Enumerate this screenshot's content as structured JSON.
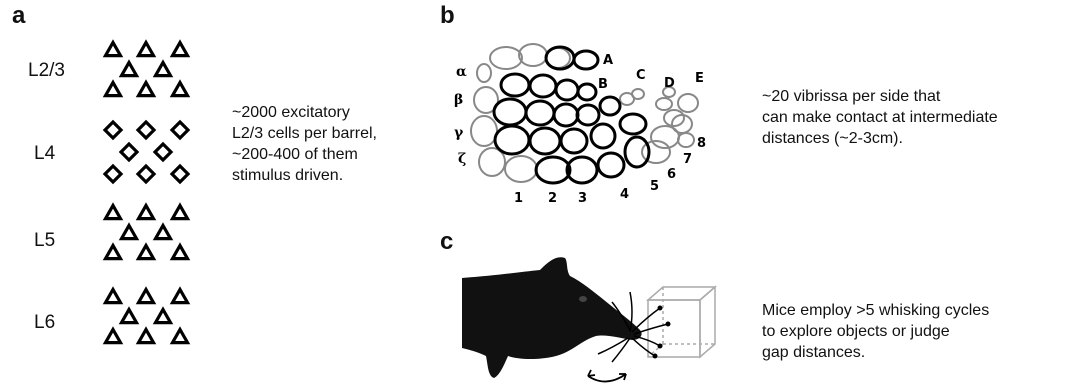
{
  "panels": {
    "a": {
      "letter": "a",
      "layers": [
        "L2/3",
        "L4",
        "L5",
        "L6"
      ],
      "caption": "~2000 excitatory\nL2/3 cells per barrel,\n~200-400 of them\nstimulus driven."
    },
    "b": {
      "letter": "b",
      "row_labels": [
        "A",
        "B",
        "C",
        "D",
        "E"
      ],
      "greek_labels": [
        "α",
        "β",
        "γ",
        "ζ"
      ],
      "arc_labels": [
        "1",
        "2",
        "3",
        "4",
        "5",
        "6",
        "7",
        "8"
      ],
      "caption": "~20 vibrissa per side that\ncan make contact at intermediate\ndistances (~2-3cm)."
    },
    "c": {
      "letter": "c",
      "caption": "Mice employ >5 whisking cycles\nto explore objects or judge\ngap distances."
    }
  }
}
